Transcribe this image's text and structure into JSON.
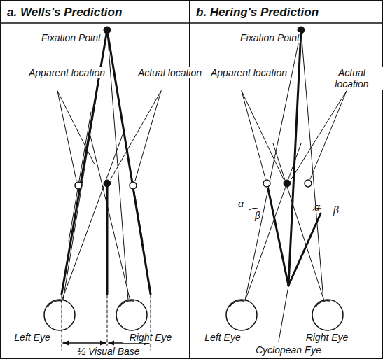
{
  "diagram": {
    "nodes": [
      {
        "text": [
          "a. Wells's Prediction"
        ]
      },
      {
        "text": [
          "b. Hering's Prediction"
        ]
      }
    ],
    "labels": [
      "Fixation Point",
      "Apparent location",
      "Actual location",
      "Left Eye",
      "Right Eye",
      "½ Visual Base",
      "Fixation Point",
      "Apparent location",
      "Actual location",
      "α",
      "β",
      "α",
      "β",
      "Left Eye",
      "Cyclopean Eye",
      "Right Eye"
    ]
  }
}
